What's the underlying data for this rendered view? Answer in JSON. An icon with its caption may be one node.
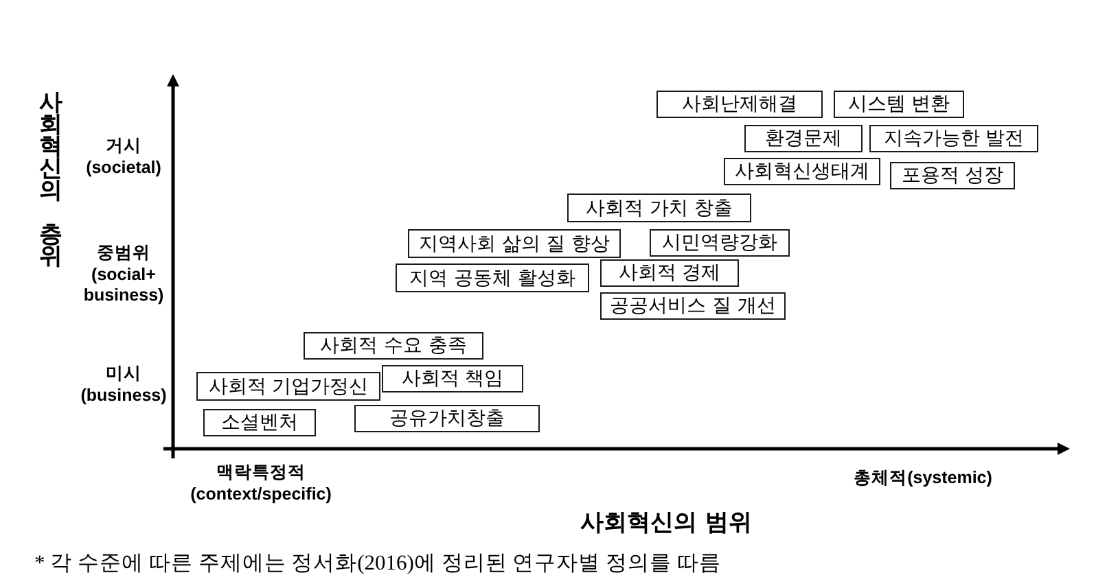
{
  "diagram": {
    "nodes": [
      {
        "text": [
          "사회난제해결"
        ]
      },
      {
        "text": [
          "시스템 변환"
        ]
      },
      {
        "text": [
          "환경문제"
        ]
      },
      {
        "text": [
          "지속가능한 발전"
        ]
      },
      {
        "text": [
          "사회혁신생태계"
        ]
      },
      {
        "text": [
          "포용적 성장"
        ]
      },
      {
        "text": [
          "사회적 가치 창출"
        ]
      },
      {
        "text": [
          "지역사회 삶의 질 향상"
        ]
      },
      {
        "text": [
          "시민역량강화"
        ]
      },
      {
        "text": [
          "지역 공동체 활성화"
        ]
      },
      {
        "text": [
          "사회적 경제"
        ]
      },
      {
        "text": [
          "공공서비스 질 개선"
        ]
      },
      {
        "text": [
          "사회적 수요 충족"
        ]
      },
      {
        "text": [
          "사회적 기업가정신"
        ]
      },
      {
        "text": [
          "사회적 책임"
        ]
      },
      {
        "text": [
          "소셜벤처"
        ]
      },
      {
        "text": [
          "공유가치창출"
        ]
      }
    ],
    "labels": [
      "사회혁신의 층위",
      "거시 (societal)",
      "중범위 (social+ business)",
      "미시 (business)",
      "맥락특정적 (context/specific)",
      "총체적(systemic)",
      "사회혁신의 범위",
      "* 각 수준에 따른 주제에는 정서화(2016)에 정리된 연구자별 정의를 따름"
    ]
  }
}
